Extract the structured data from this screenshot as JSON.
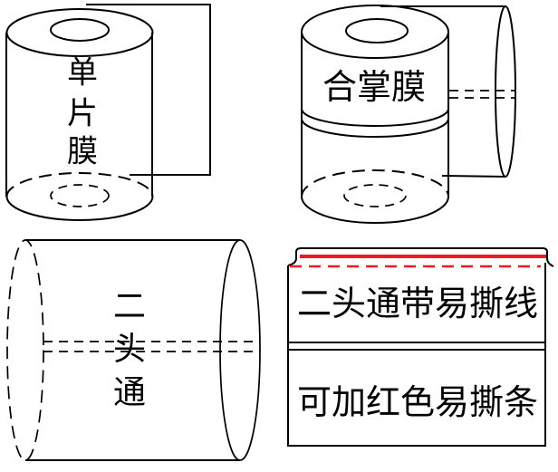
{
  "colors": {
    "line": "#000000",
    "red": "#ED1C24",
    "background": "#FFFFFF"
  },
  "figures": {
    "single_sheet_film": {
      "label": "单片膜",
      "chars": [
        "单",
        "片",
        "膜"
      ]
    },
    "folded_film": {
      "label": "合掌膜"
    },
    "two_end_open": {
      "label": "二头通",
      "chars": [
        "二",
        "头",
        "通"
      ]
    },
    "tear_bag": {
      "line1": "二头通带易撕线",
      "line2": "可加红色易撕条"
    }
  }
}
